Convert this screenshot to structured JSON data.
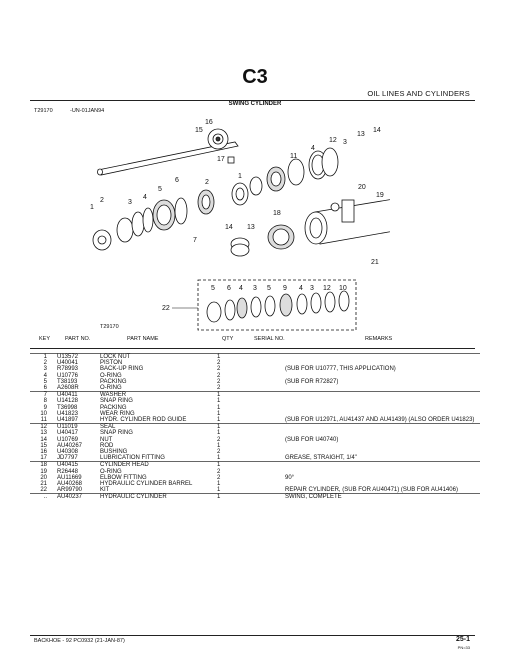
{
  "header": {
    "section_code": "C3",
    "section_title": "OIL LINES AND CYLINDERS",
    "subtitle": "SWING CYLINDER",
    "figure_id": "T29170",
    "figure_date": "-UN-01JAN94"
  },
  "diagram": {
    "callouts": {
      "c1": "1",
      "c2": "2",
      "c3": "3",
      "c4": "4",
      "c5": "5",
      "c6": "6",
      "c7": "7",
      "c11": "11",
      "c12": "12",
      "c13": "13",
      "c14": "14",
      "c15": "15",
      "c16": "16",
      "c17": "17",
      "c18": "18",
      "c19": "19",
      "c20": "20",
      "c21": "21",
      "c22": "22"
    },
    "inset_callouts": [
      "5",
      "6",
      "4",
      "3",
      "5",
      "9",
      "4",
      "3",
      "12",
      "10"
    ],
    "fig_label": "T29170"
  },
  "table_headers": {
    "key": "KEY",
    "part_no": "PART NO.",
    "part_name": "PART NAME",
    "qty": "QTY",
    "serial_no": "SERIAL NO.",
    "remarks": "REMARKS"
  },
  "parts": [
    {
      "key": "1",
      "part_no": "U13572",
      "name": "LOCK NUT",
      "qty": "1",
      "remarks": ""
    },
    {
      "key": "2",
      "part_no": "U40041",
      "name": "PISTON",
      "qty": "2",
      "remarks": ""
    },
    {
      "key": "3",
      "part_no": "R78993",
      "name": "BACK-UP RING",
      "qty": "2",
      "remarks": "(SUB FOR U10777, THIS APPLICATION)"
    },
    {
      "key": "4",
      "part_no": "U10776",
      "name": "O-RING",
      "qty": "2",
      "remarks": ""
    },
    {
      "key": "5",
      "part_no": "T38193",
      "name": "PACKING",
      "qty": "2",
      "remarks": "(SUB FOR R72827)"
    },
    {
      "key": "6",
      "part_no": "A2608R",
      "name": "O-RING",
      "qty": "2",
      "remarks": ""
    },
    {
      "key": "7",
      "part_no": "U40411",
      "name": "WASHER",
      "qty": "1",
      "remarks": ""
    },
    {
      "key": "8",
      "part_no": "U14128",
      "name": "SNAP RING",
      "qty": "1",
      "remarks": ""
    },
    {
      "key": "9",
      "part_no": "T36998",
      "name": "PACKING",
      "qty": "1",
      "remarks": ""
    },
    {
      "key": "10",
      "part_no": "U41823",
      "name": "WEAR RING",
      "qty": "1",
      "remarks": ""
    },
    {
      "key": "11",
      "part_no": "U41897",
      "name": "HYDR. CYLINDER ROD GUIDE",
      "qty": "1",
      "remarks": "(SUB FOR U12971, AU41437 AND AU41439) (ALSO ORDER U41823)"
    },
    {
      "key": "12",
      "part_no": "U11019",
      "name": "SEAL",
      "qty": "1",
      "remarks": ""
    },
    {
      "key": "13",
      "part_no": "U40417",
      "name": "SNAP RING",
      "qty": "1",
      "remarks": ""
    },
    {
      "key": "14",
      "part_no": "U10769",
      "name": "NUT",
      "qty": "2",
      "remarks": "(SUB FOR U40740)"
    },
    {
      "key": "15",
      "part_no": "AU40267",
      "name": "ROD",
      "qty": "1",
      "remarks": ""
    },
    {
      "key": "16",
      "part_no": "U40308",
      "name": "BUSHING",
      "qty": "2",
      "remarks": ""
    },
    {
      "key": "17",
      "part_no": "JD7797",
      "name": "LUBRICATION FITTING",
      "qty": "1",
      "remarks": "GREASE, STRAIGHT, 1/4\""
    },
    {
      "key": "18",
      "part_no": "U40415",
      "name": "CYLINDER HEAD",
      "qty": "1",
      "remarks": ""
    },
    {
      "key": "19",
      "part_no": "R26448",
      "name": "O-RING",
      "qty": "2",
      "remarks": ""
    },
    {
      "key": "20",
      "part_no": "AU11669",
      "name": "ELBOW FITTING",
      "qty": "2",
      "remarks": "90°"
    },
    {
      "key": "21",
      "part_no": "AU40268",
      "name": "HYDRAULIC CYLINDER BARREL",
      "qty": "1",
      "remarks": ""
    },
    {
      "key": "22",
      "part_no": "AR99790",
      "name": "KIT",
      "qty": "1",
      "remarks": "REPAIR CYLINDER, (SUB FOR AU40471) (SUB FOR AU41406)"
    },
    {
      "key": "..",
      "part_no": "AU40237",
      "name": "HYDRAULIC CYLINDER",
      "qty": "1",
      "remarks": "SWING, COMPLETE"
    }
  ],
  "footer": {
    "left": "BACKHOE - 92   PC0932   (21-JAN-87)",
    "page_number": "25-1",
    "page_sub": "PN=33"
  }
}
